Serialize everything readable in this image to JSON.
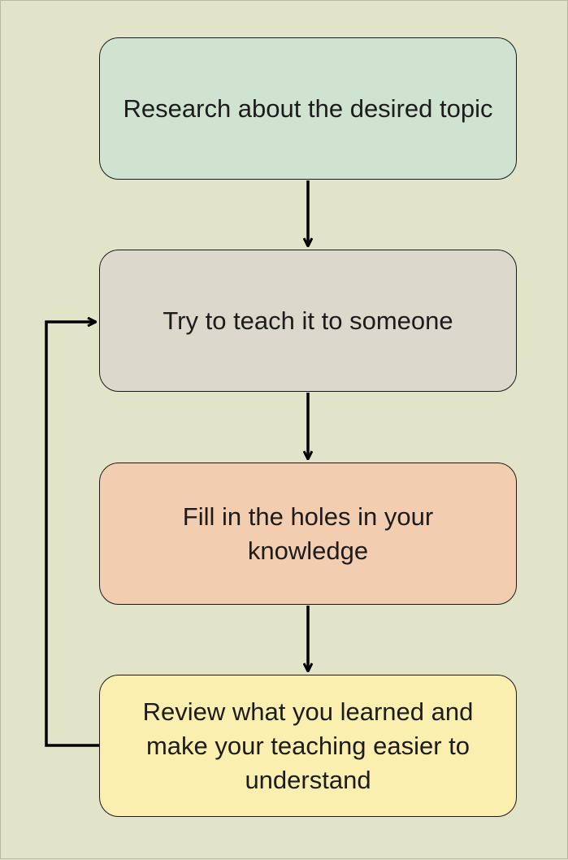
{
  "diagram": {
    "type": "flowchart",
    "nodes": [
      {
        "id": "research",
        "label": "Research about the desired topic",
        "color": "#cfe3d0"
      },
      {
        "id": "teach",
        "label": "Try to teach it to someone",
        "color": "#dcd8cb"
      },
      {
        "id": "fill",
        "label": "Fill in the holes in your knowledge",
        "color": "#f3cdb0"
      },
      {
        "id": "review",
        "label": "Review what you learned and make your teaching easier to understand",
        "color": "#fbefaf"
      }
    ],
    "edges": [
      {
        "from": "research",
        "to": "teach"
      },
      {
        "from": "teach",
        "to": "fill"
      },
      {
        "from": "fill",
        "to": "review"
      },
      {
        "from": "review",
        "to": "teach",
        "route": "loop-left"
      }
    ],
    "colors": {
      "background": "#e2e4c9",
      "border": "#1a1a1a",
      "arrow": "#000000",
      "text": "#1c1c1c"
    }
  }
}
